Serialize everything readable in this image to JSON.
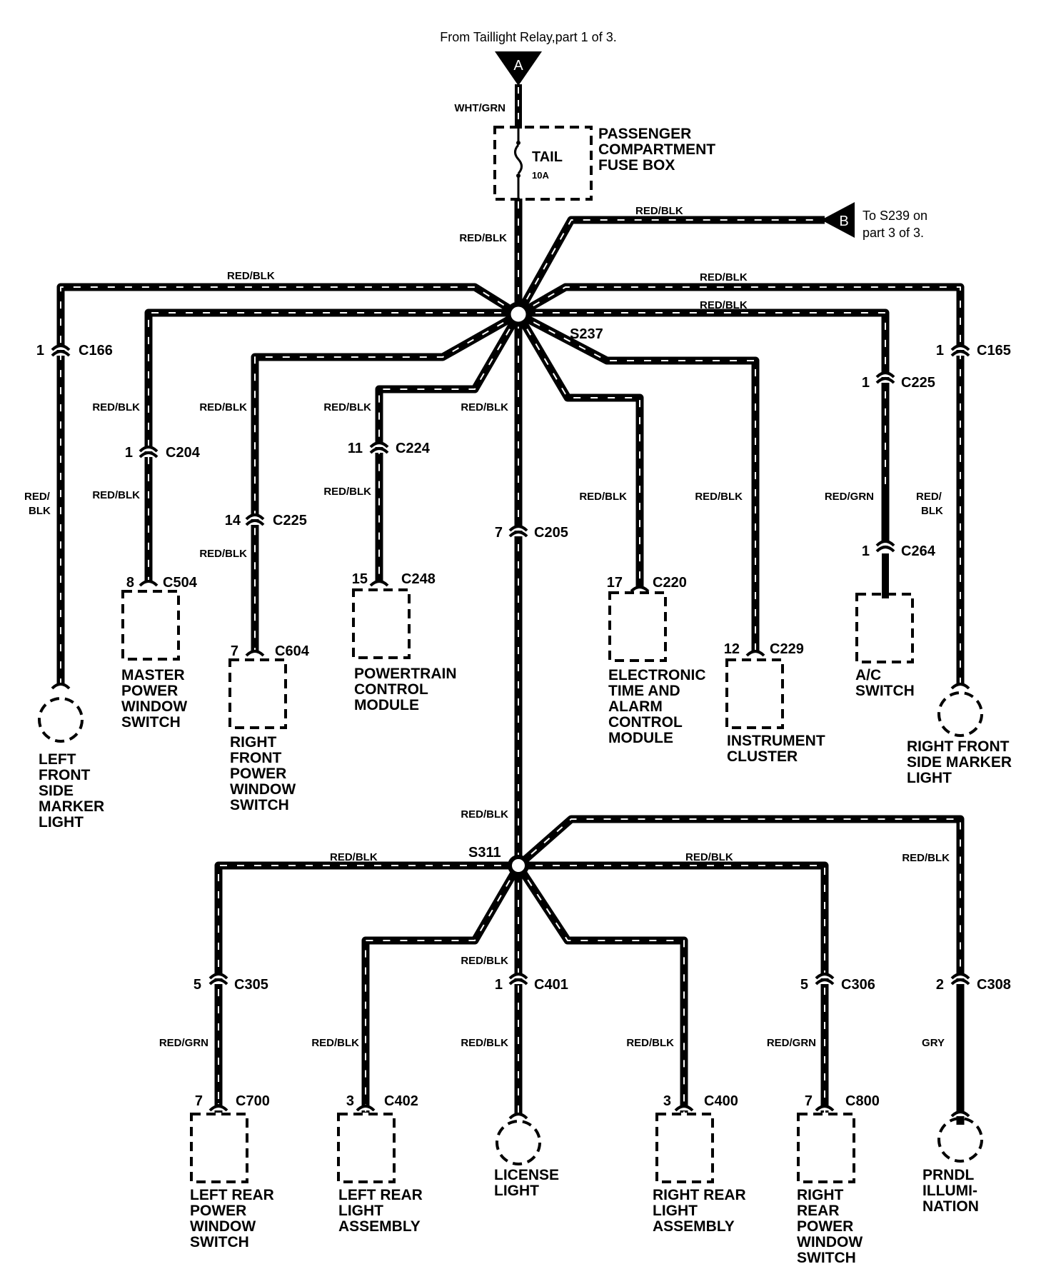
{
  "header": {
    "from_text": "From Taillight Relay,part 1 of 3.",
    "input_a": "A",
    "to_text_1": "To S239 on",
    "to_text_2": "part 3 of 3.",
    "output_b": "B"
  },
  "fusebox": {
    "name_1": "PASSENGER",
    "name_2": "COMPARTMENT",
    "name_3": "FUSE BOX",
    "fuse": "TAIL",
    "rating": "10A"
  },
  "splices": {
    "s237": "S237",
    "s311": "S311"
  },
  "wires": {
    "w_wht_grn": "WHT/GRN",
    "w_trunk_1": "RED/BLK",
    "w_to_b": "RED/BLK",
    "w_left_top": "RED/BLK",
    "w_right_top_1": "RED/BLK",
    "w_right_top_2": "RED/BLK",
    "w_lfsm_1": "RED/",
    "w_lfsm_2": "BLK",
    "w_mpws_1": "RED/BLK",
    "w_mpws_2": "RED/BLK",
    "w_rfpws_1": "RED/BLK",
    "w_rfpws_2": "RED/BLK",
    "w_pcm_1": "RED/BLK",
    "w_pcm_2": "RED/BLK",
    "w_trunk_2": "RED/BLK",
    "w_etacm": "RED/BLK",
    "w_ic": "RED/BLK",
    "w_ac": "RED/GRN",
    "w_rfsm_1": "RED/",
    "w_rfsm_2": "BLK",
    "w_trunk_3": "RED/BLK",
    "w_s311_left": "RED/BLK",
    "w_s311_right": "RED/BLK",
    "w_prndl_top": "RED/BLK",
    "w_lrpws": "RED/GRN",
    "w_lrla": "RED/BLK",
    "w_lic_1": "RED/BLK",
    "w_lic_2": "RED/BLK",
    "w_rrla": "RED/BLK",
    "w_rrpws": "RED/GRN",
    "w_prndl": "GRY"
  },
  "connectors": {
    "c166": {
      "pin": "1",
      "id": "C166"
    },
    "c204": {
      "pin": "1",
      "id": "C204"
    },
    "c225a": {
      "pin": "14",
      "id": "C225"
    },
    "c224": {
      "pin": "11",
      "id": "C224"
    },
    "c205": {
      "pin": "7",
      "id": "C205"
    },
    "c225b": {
      "pin": "1",
      "id": "C225"
    },
    "c165": {
      "pin": "1",
      "id": "C165"
    },
    "c264": {
      "pin": "1",
      "id": "C264"
    },
    "c504": {
      "pin": "8",
      "id": "C504"
    },
    "c604": {
      "pin": "7",
      "id": "C604"
    },
    "c248": {
      "pin": "15",
      "id": "C248"
    },
    "c220": {
      "pin": "17",
      "id": "C220"
    },
    "c229": {
      "pin": "12",
      "id": "C229"
    },
    "c305": {
      "pin": "5",
      "id": "C305"
    },
    "c401": {
      "pin": "1",
      "id": "C401"
    },
    "c306": {
      "pin": "5",
      "id": "C306"
    },
    "c308": {
      "pin": "2",
      "id": "C308"
    },
    "c700": {
      "pin": "7",
      "id": "C700"
    },
    "c402": {
      "pin": "3",
      "id": "C402"
    },
    "c400": {
      "pin": "3",
      "id": "C400"
    },
    "c800": {
      "pin": "7",
      "id": "C800"
    }
  },
  "components": {
    "lfsm": [
      "LEFT",
      "FRONT",
      "SIDE",
      "MARKER",
      "LIGHT"
    ],
    "mpws": [
      "MASTER",
      "POWER",
      "WINDOW",
      "SWITCH"
    ],
    "rfpws": [
      "RIGHT",
      "FRONT",
      "POWER",
      "WINDOW",
      "SWITCH"
    ],
    "pcm": [
      "POWERTRAIN",
      "CONTROL",
      "MODULE"
    ],
    "etacm": [
      "ELECTRONIC",
      "TIME AND",
      "ALARM",
      "CONTROL",
      "MODULE"
    ],
    "ic": [
      "INSTRUMENT",
      "CLUSTER"
    ],
    "ac": [
      "A/C",
      "SWITCH"
    ],
    "rfsm": [
      "RIGHT FRONT",
      "SIDE MARKER",
      "LIGHT"
    ],
    "lrpws": [
      "LEFT REAR",
      "POWER",
      "WINDOW",
      "SWITCH"
    ],
    "lrla": [
      "LEFT REAR",
      "LIGHT",
      "ASSEMBLY"
    ],
    "lic": [
      "LICENSE",
      "LIGHT"
    ],
    "rrla": [
      "RIGHT REAR",
      "LIGHT",
      "ASSEMBLY"
    ],
    "rrpws": [
      "RIGHT",
      "REAR",
      "POWER",
      "WINDOW",
      "SWITCH"
    ],
    "prndl": [
      "PRNDL",
      "ILLUMI-",
      "NATION"
    ]
  }
}
